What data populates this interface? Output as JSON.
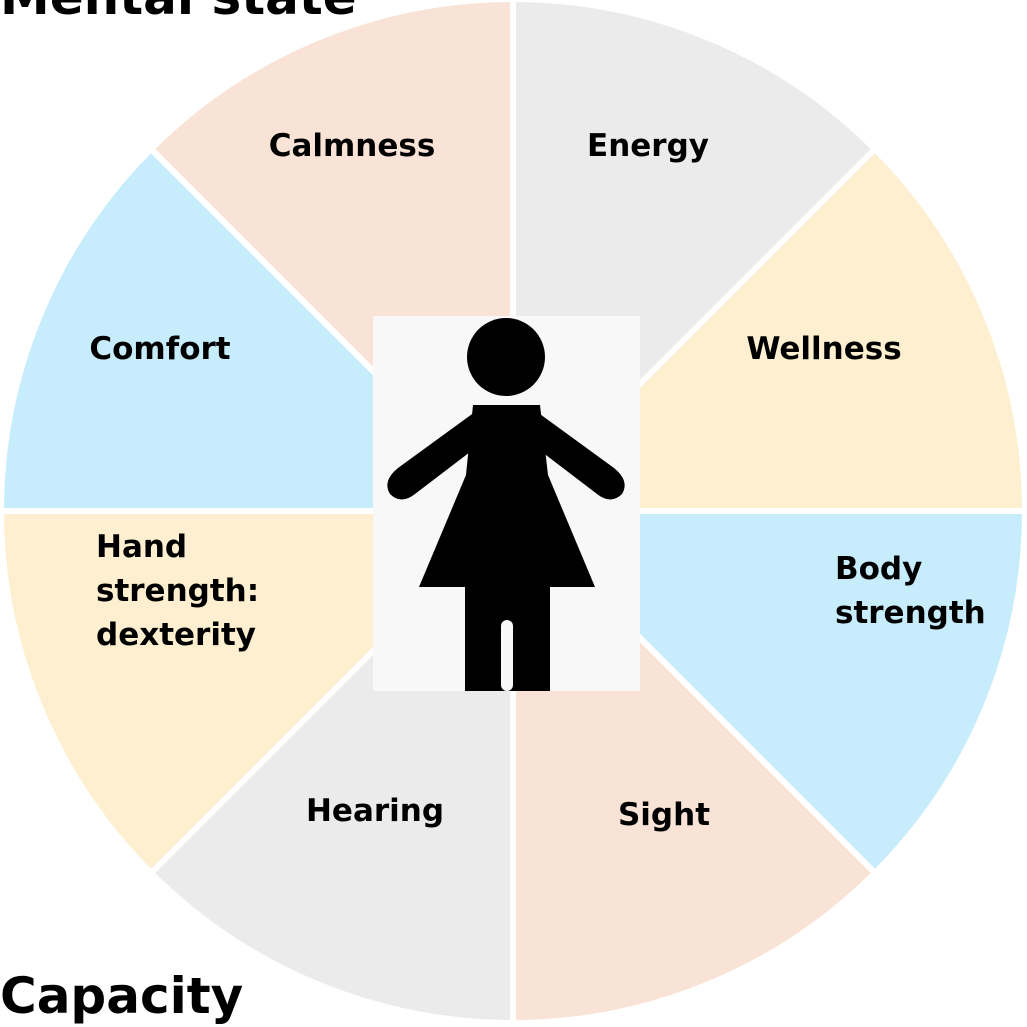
{
  "diagram": {
    "header_label": "Mental state",
    "footer_label": "Capacity",
    "segments": [
      {
        "id": "energy",
        "lines": [
          "Energy"
        ],
        "color": "#ebebeb"
      },
      {
        "id": "wellness",
        "lines": [
          "Wellness"
        ],
        "color": "#fdefcf"
      },
      {
        "id": "body-strength",
        "lines": [
          "Body",
          "strength"
        ],
        "color": "#c7ecfc"
      },
      {
        "id": "sight",
        "lines": [
          "Sight"
        ],
        "color": "#f9e3d6"
      },
      {
        "id": "hearing",
        "lines": [
          "Hearing"
        ],
        "color": "#ebebeb"
      },
      {
        "id": "hand-strength",
        "lines": [
          "Hand",
          "strength:",
          "dexterity"
        ],
        "color": "#fdefcf"
      },
      {
        "id": "comfort",
        "lines": [
          "Comfort"
        ],
        "color": "#c7ecfc"
      },
      {
        "id": "calmness",
        "lines": [
          "Calmness"
        ],
        "color": "#f9e3d6"
      }
    ],
    "center_icon": "woman-figure-icon",
    "center_background": "#f8f8f8"
  }
}
